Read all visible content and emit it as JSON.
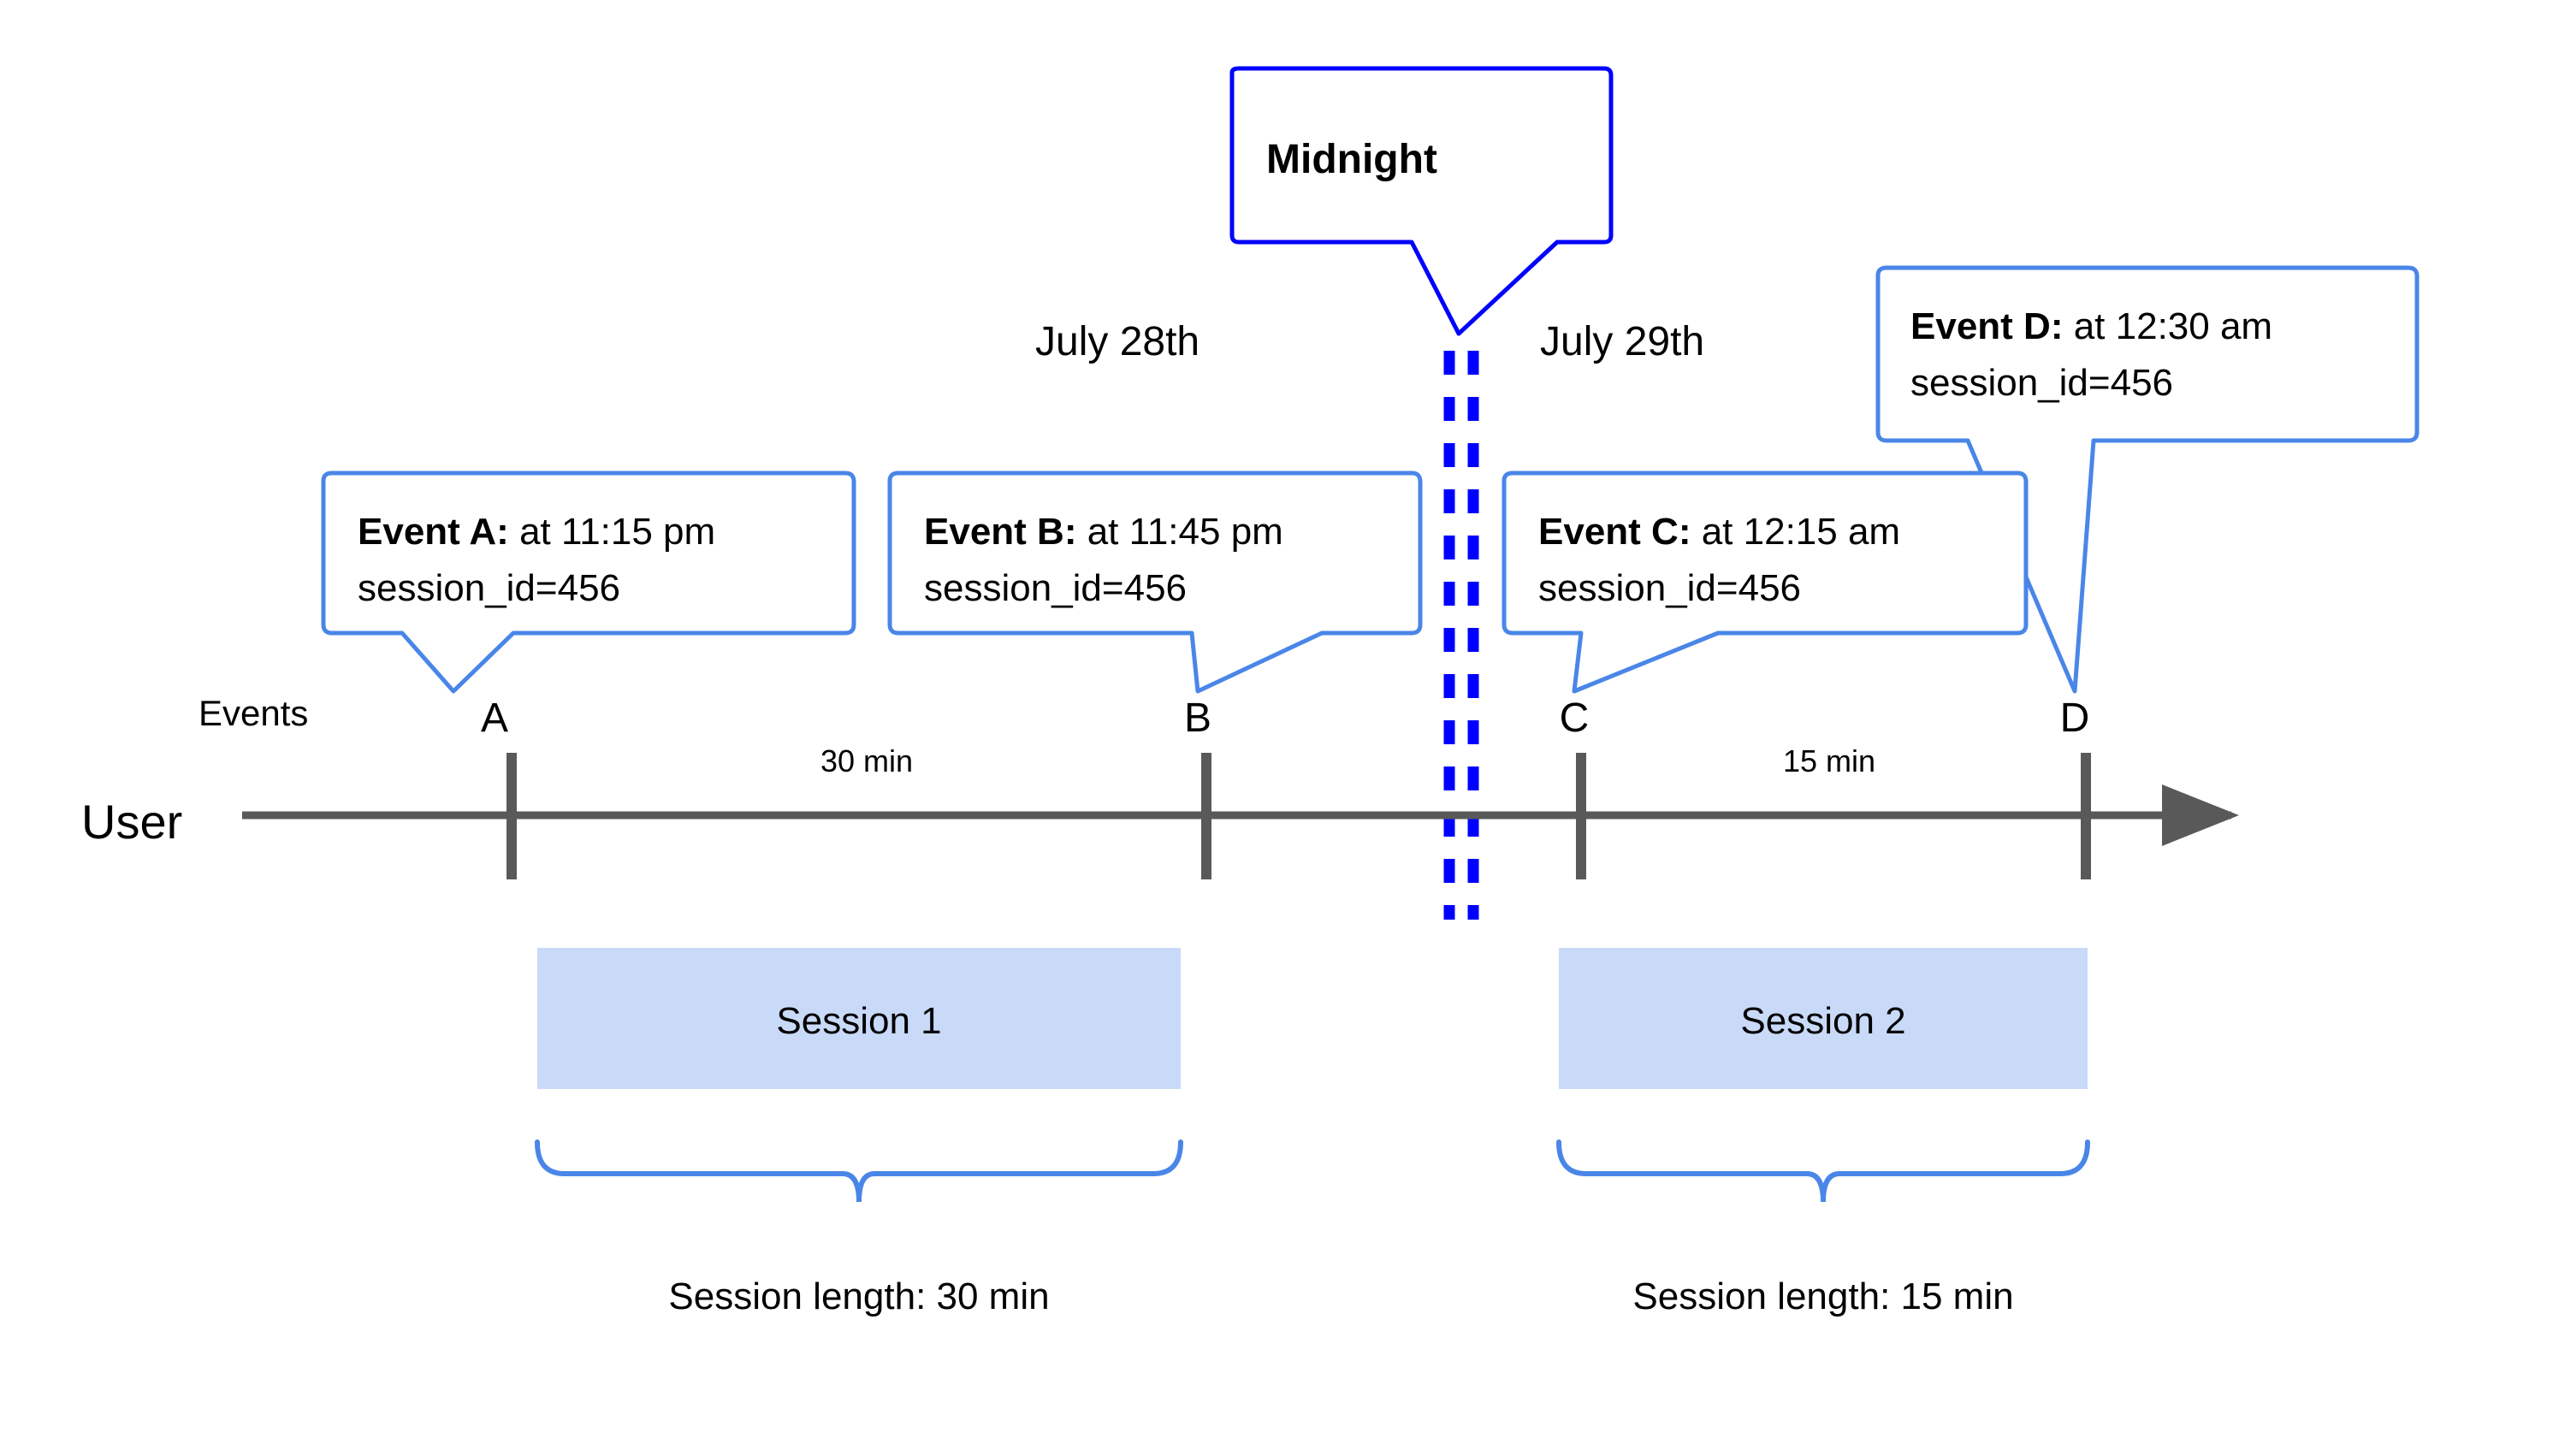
{
  "diagram": {
    "title_labels": {
      "user_axis": "User",
      "events_axis": "Events"
    },
    "dates": [
      {
        "label": "July 28th"
      },
      {
        "label": "July 29th"
      }
    ],
    "midnight": {
      "label": "Midnight",
      "marker_color": "#0000ff"
    },
    "colors": {
      "callout_border": "#4a86e8",
      "midnight_border": "#0000ff",
      "axis": "#595959",
      "session_fill": "#c9daf8",
      "brace": "#4a86e8",
      "text": "#000000"
    },
    "events": [
      {
        "letter": "A",
        "title": "Event A:",
        "detail": " at 11:15 pm",
        "session_id_line": "session_id=456"
      },
      {
        "letter": "B",
        "title": "Event B:",
        "detail": " at 11:45 pm",
        "session_id_line": "session_id=456"
      },
      {
        "letter": "C",
        "title": "Event C:",
        "detail": " at 12:15 am",
        "session_id_line": "session_id=456"
      },
      {
        "letter": "D",
        "title": "Event D:",
        "detail": " at 12:30 am",
        "session_id_line": "session_id=456"
      }
    ],
    "durations": [
      {
        "label": "30 min"
      },
      {
        "label": "15 min"
      }
    ],
    "sessions": [
      {
        "name": "Session 1",
        "length_label": "Session length: 30 min"
      },
      {
        "name": "Session 2",
        "length_label": "Session length: 15 min"
      }
    ]
  }
}
